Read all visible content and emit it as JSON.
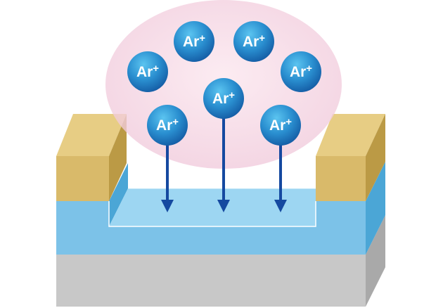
{
  "ion": {
    "symbol": "Ar",
    "charge": "+",
    "count": 7,
    "colors": {
      "light": "#5bc4f0",
      "mid": "#2a8fd0",
      "dark": "#155ea6"
    }
  },
  "plasma": {
    "colors": {
      "center": "#fbe6ee",
      "edge": "#f0c8da"
    }
  },
  "arrows": {
    "count": 3,
    "color": "#1549a0"
  },
  "layers": {
    "substrate": {
      "front": "#c8c8c8",
      "side": "#a9a9a9"
    },
    "film": {
      "front": "#7cc2e8",
      "top": "#9dd6f2",
      "side": "#4ba6d6",
      "trench_outline": "#ffffff"
    },
    "mask": {
      "front": "#d9ba6a",
      "top": "#e7cd84",
      "side": "#bb9a45"
    }
  }
}
